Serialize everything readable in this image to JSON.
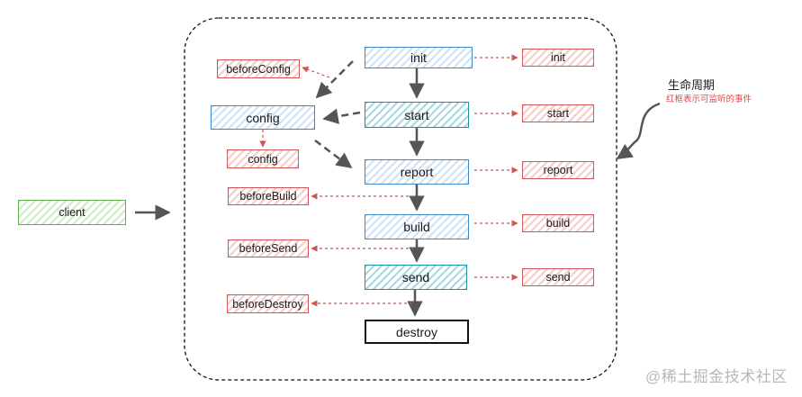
{
  "nodes": {
    "init": "init",
    "start": "start",
    "report": "report",
    "build": "build",
    "send": "send",
    "destroy": "destroy",
    "config": "config",
    "client": "client"
  },
  "hooks": {
    "before_config": "beforeConfig",
    "config": "config",
    "before_build": "beforeBuild",
    "before_send": "beforeSend",
    "before_destroy": "beforeDestroy",
    "init": "init",
    "start": "start",
    "report": "report",
    "build": "build",
    "send": "send"
  },
  "annotation": {
    "title": "生命周期",
    "subtitle": "红框表示可监听的事件"
  },
  "watermark": "@稀土掘金技术社区",
  "colors": {
    "blue": "#3a86c8",
    "teal": "#1c8fa3",
    "hook_red": "#d05555",
    "client_green": "#5fb04a",
    "arrow_gray": "#555555"
  }
}
